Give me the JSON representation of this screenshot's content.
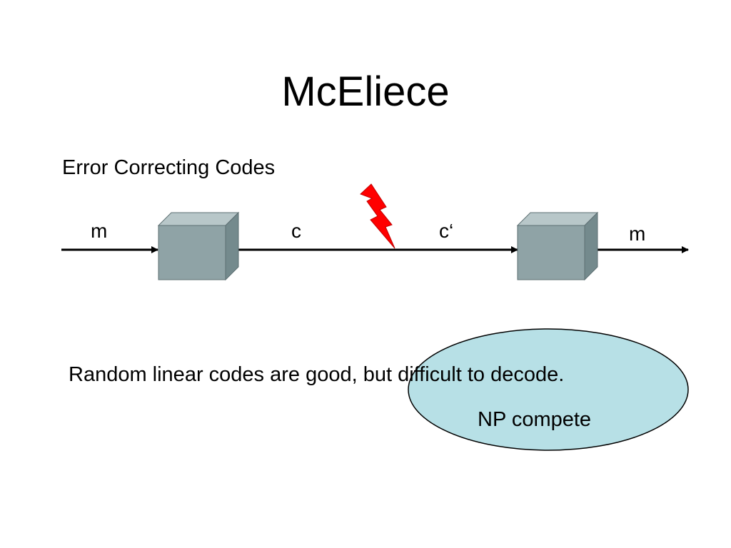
{
  "slide": {
    "title": "McEliece",
    "subtitle": "Error Correcting Codes"
  },
  "diagram": {
    "input_label": "m",
    "codeword_label": "c",
    "received_label": "c‘",
    "output_label": "m",
    "colors": {
      "box_front": "#8fa3a6",
      "box_top": "#b8c7c9",
      "box_side": "#748a8d",
      "lightning": "#ff0000",
      "ellipse_fill": "#b7e0e6"
    }
  },
  "text": {
    "statement": "Random linear codes are good, but difficult to decode.",
    "note": "NP compete"
  }
}
